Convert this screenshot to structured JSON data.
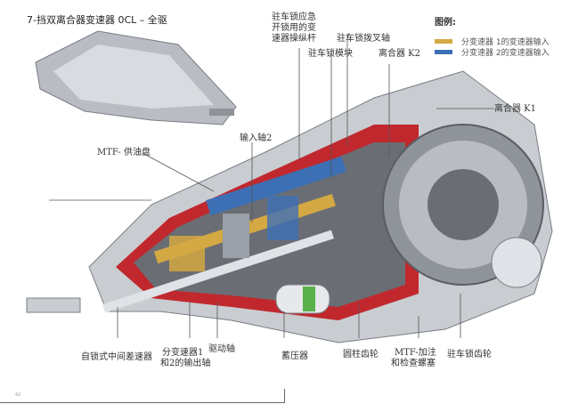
{
  "title": "7-挡双离合器变速器 0CL – 全驱",
  "legend": {
    "title": "图例:",
    "items": [
      {
        "label": "分变速器 1的变速器输入",
        "color": "#d4a843"
      },
      {
        "label": "分变速器 2的变速器输入",
        "color": "#3d6fb5"
      }
    ]
  },
  "labels": {
    "parking_lock_emergency": [
      "驻车锁应急",
      "开锁用的变",
      "速器操纵杆"
    ],
    "parking_lock_fork_shaft": "驻车锁拨叉轴",
    "parking_lock_module": "驻车锁模块",
    "clutch_k2": "离合器 K2",
    "clutch_k1": "离合器 K1",
    "input_shaft_2": "输入轴2",
    "mtf_oil_pan": "MTF- 供油盘",
    "self_locking_center_diff": "自锁式中间差速器",
    "output_shaft": [
      "分变速器1",
      "和2的输出轴"
    ],
    "drive_shaft": "驱动轴",
    "accumulator": "蓄压器",
    "spur_gear": "圆柱齿轮",
    "mtf_fill_plug": [
      "MTF-加注",
      "和检查螺塞"
    ],
    "parking_lock_gear": "驻车锁齿轮"
  },
  "page_number": "42",
  "colors": {
    "housing": "#c9ccd0",
    "cut_red": "#c0282e",
    "gear_gold": "#d4a843",
    "gear_blue": "#3d6fb5"
  }
}
